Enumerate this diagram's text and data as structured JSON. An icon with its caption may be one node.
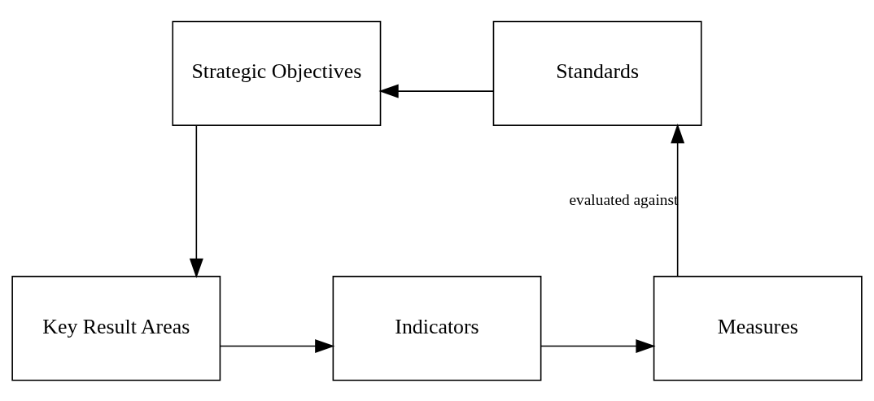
{
  "diagram": {
    "nodes": [
      {
        "text": [
          "Strategic Objectives"
        ]
      },
      {
        "text": [
          "Standards"
        ]
      },
      {
        "text": [
          "Key Result Areas"
        ]
      },
      {
        "text": [
          "Indicators"
        ]
      },
      {
        "text": [
          "Measures"
        ]
      }
    ],
    "edges": [
      {
        "from": 1,
        "to": 0,
        "arrow": "to"
      },
      {
        "from": 0,
        "to": 2,
        "arrow": "to"
      },
      {
        "from": 2,
        "to": 3,
        "arrow": "to"
      },
      {
        "from": 3,
        "to": 4,
        "arrow": "to"
      },
      {
        "from": 4,
        "to": 1,
        "arrow": "to",
        "label": "evaluated against"
      }
    ]
  }
}
